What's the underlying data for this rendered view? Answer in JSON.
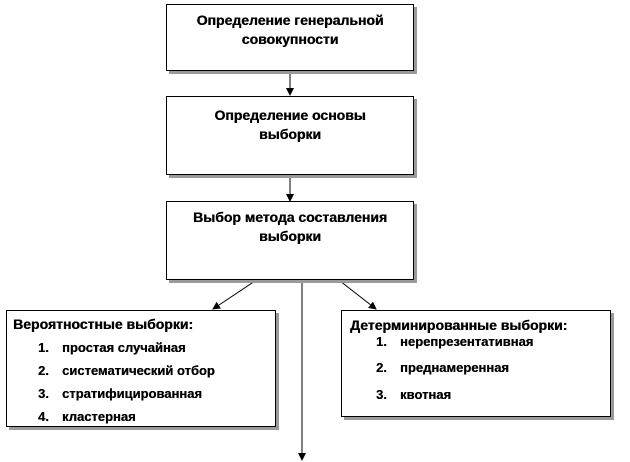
{
  "diagram": {
    "step1": "Определение генеральной\nсовокупности",
    "step2": "Определение основы\nвыборки",
    "step3": "Выбор метода составления\nвыборки",
    "left": {
      "title": "Вероятностные выборки:",
      "items": [
        {
          "num": "1.",
          "label": "простая случайная"
        },
        {
          "num": "2.",
          "label": "систематический отбор"
        },
        {
          "num": "3.",
          "label": "стратифицированная"
        },
        {
          "num": "4.",
          "label": "кластерная"
        }
      ]
    },
    "right": {
      "title": "Детерминированные выборки:",
      "items": [
        {
          "num": "1.",
          "label": "нерепрезентативная"
        },
        {
          "num": "2.",
          "label": "преднамеренная"
        },
        {
          "num": "3.",
          "label": "квотная"
        }
      ]
    }
  }
}
